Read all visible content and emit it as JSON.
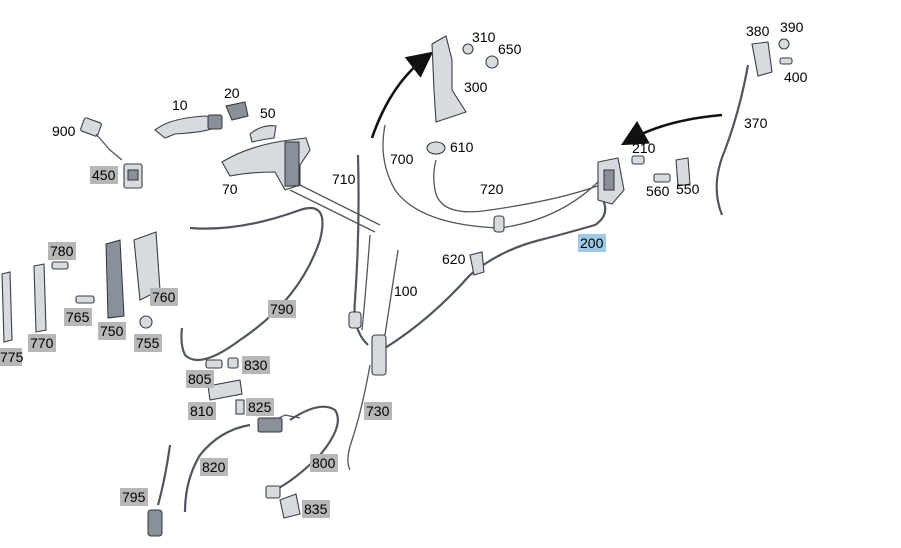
{
  "diagram": {
    "selected_callout": "200",
    "callouts": {
      "c10": "10",
      "c20": "20",
      "c50": "50",
      "c70": "70",
      "c100": "100",
      "c200": "200",
      "c210": "210",
      "c300": "300",
      "c310": "310",
      "c370": "370",
      "c380": "380",
      "c390": "390",
      "c400": "400",
      "c450": "450",
      "c550": "550",
      "c560": "560",
      "c610": "610",
      "c620": "620",
      "c650": "650",
      "c700": "700",
      "c710": "710",
      "c720": "720",
      "c730": "730",
      "c750": "750",
      "c755": "755",
      "c760": "760",
      "c765": "765",
      "c770": "770",
      "c775": "775",
      "c780": "780",
      "c790": "790",
      "c795": "795",
      "c800": "800",
      "c805": "805",
      "c810": "810",
      "c820": "820",
      "c825": "825",
      "c830": "830",
      "c835": "835",
      "c900": "900"
    }
  }
}
